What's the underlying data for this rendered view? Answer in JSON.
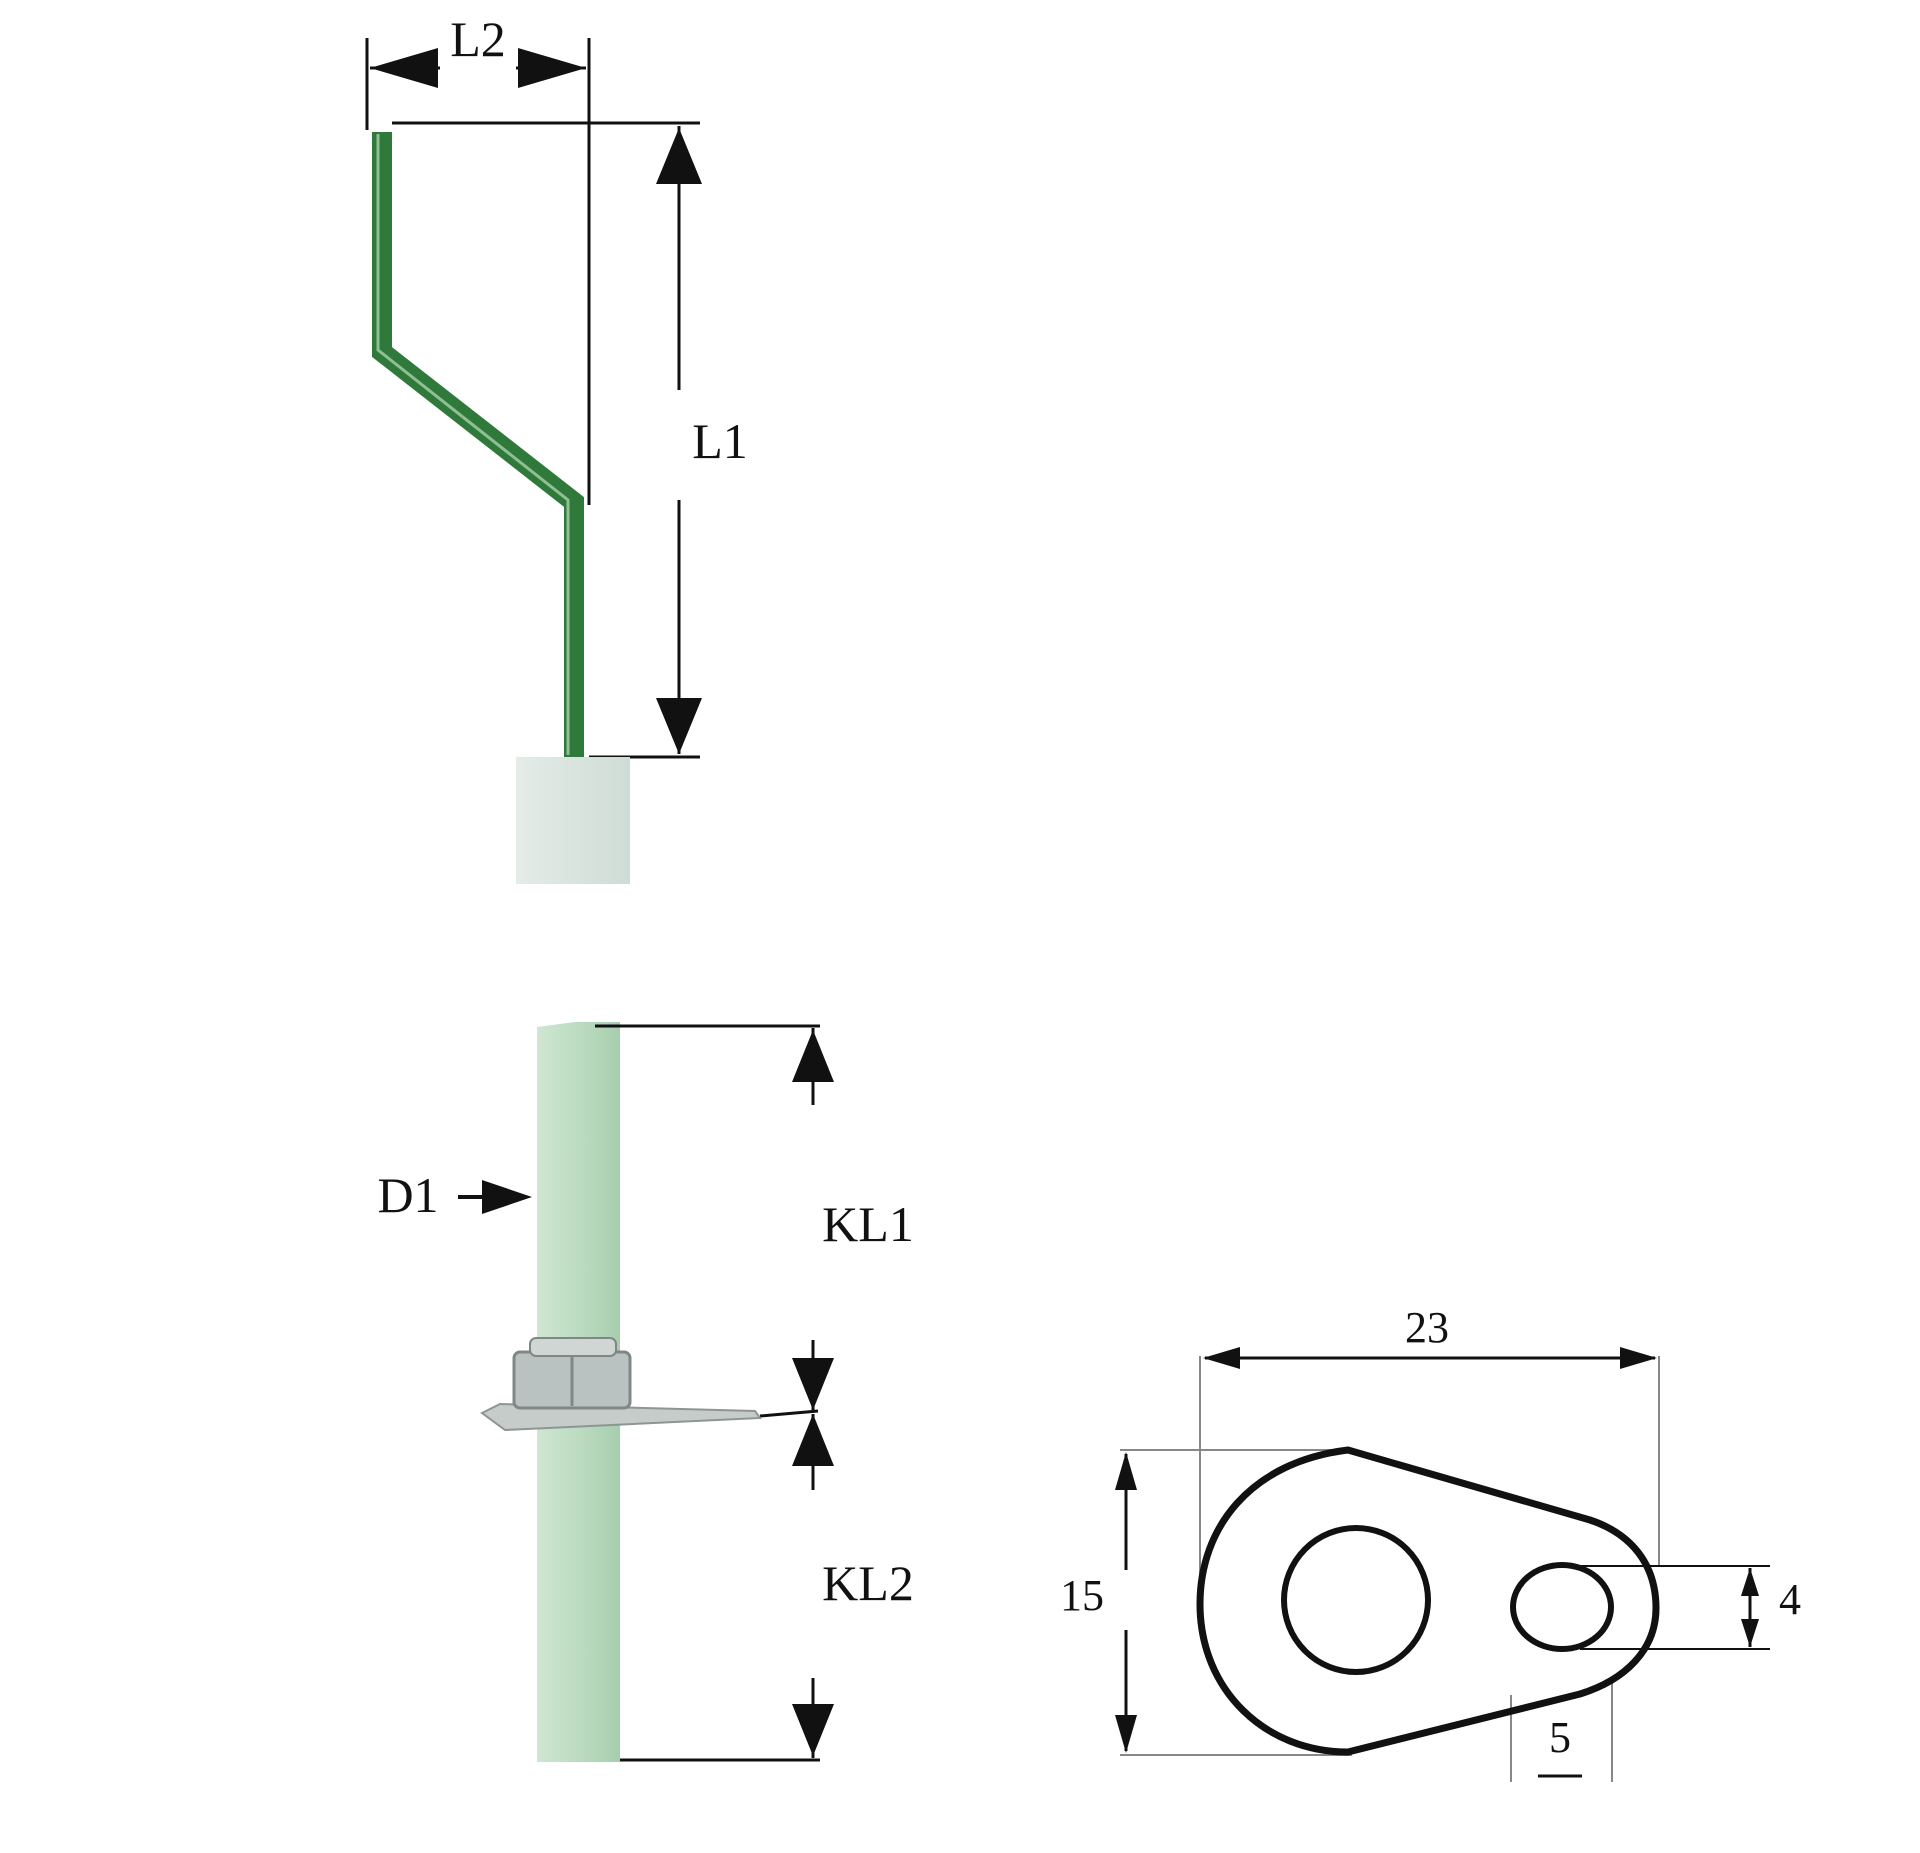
{
  "labels": {
    "l2": "L2",
    "l1": "L1",
    "d1": "D1",
    "kl1": "KL1",
    "kl2": "KL2",
    "width_23": "23",
    "height_15": "15",
    "hole_4": "4",
    "hole_5": "5"
  },
  "colors": {
    "electrode_wire": "#2f7a3a",
    "electrode_wire_highlight": "#8fbf93",
    "insulator": "#d9e6e0",
    "rod": "#bcdcc1",
    "rod_shade": "#a3c9a9",
    "bracket": "#b9c2c0",
    "dimension_line": "#111111"
  }
}
